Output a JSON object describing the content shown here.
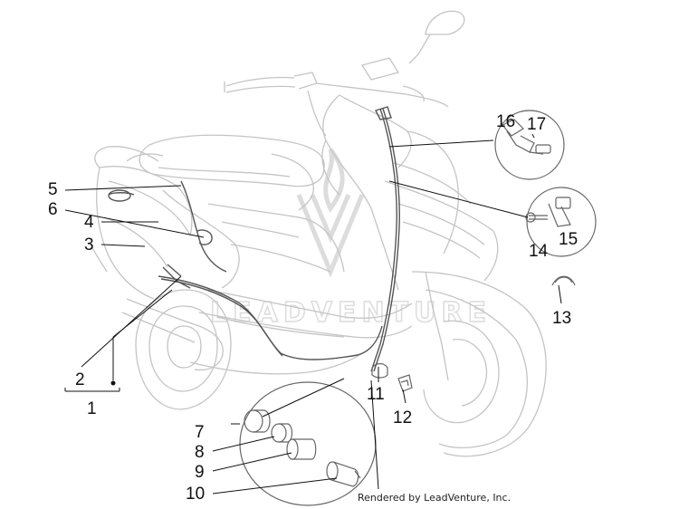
{
  "diagram": {
    "callouts": [
      "1",
      "2",
      "3",
      "4",
      "5",
      "6",
      "7",
      "8",
      "9",
      "10",
      "11",
      "12",
      "13",
      "14",
      "15",
      "16",
      "17"
    ],
    "watermark_text": "LEADVENTURE",
    "credit": "Rendered by LeadVenture, Inc."
  },
  "colors": {
    "line_art": "#c4c4c4",
    "cable": "#555555",
    "leader": "#111111",
    "watermark": "#dcdcdc"
  }
}
